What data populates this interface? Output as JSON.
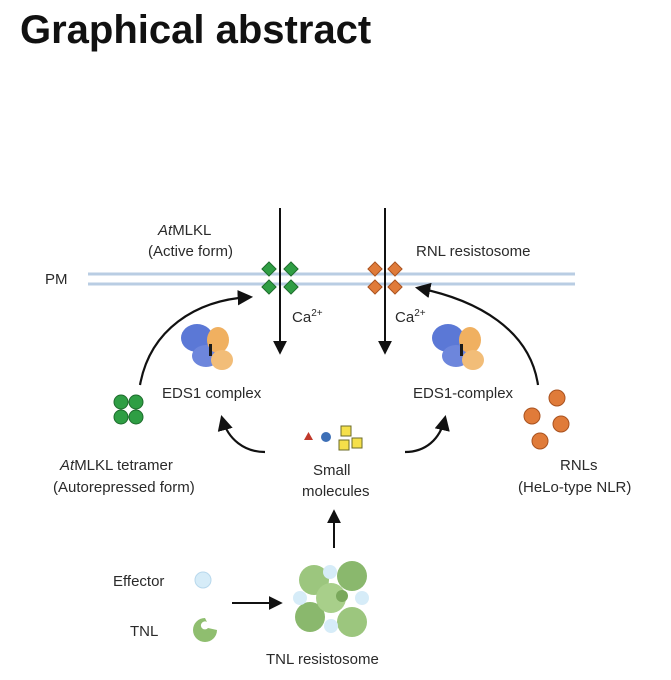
{
  "title": "Graphical abstract",
  "labels": {
    "pm": "PM",
    "atmlkl_active_prefix": "At",
    "atmlkl_active_rest": "MLKL",
    "atmlkl_active_form": "(Active form)",
    "rnl_resistosome": "RNL resistosome",
    "ca_base": "Ca",
    "ca_sup": "2+",
    "eds1_left": "EDS1 complex",
    "eds1_right": "EDS1-complex",
    "atmlkl_tetramer_prefix": "At",
    "atmlkl_tetramer_rest": "MLKL tetramer",
    "autorepressed_form": "(Autorepressed form)",
    "small": "Small",
    "molecules": "molecules",
    "rnls": "RNLs",
    "helo_type": "(HeLo-type NLR)",
    "effector": "Effector",
    "tnl": "TNL",
    "tnl_resistosome": "TNL resistosome"
  },
  "colors": {
    "mlkl_green": "#2f9e44",
    "rnl_orange": "#e07b39",
    "eds1_blue": "#5b78d6",
    "eds1_orange": "#f0b060",
    "membrane": "#b9cde3",
    "tnl_green": "#8fbe6f",
    "effector_blue": "#d6ecf8",
    "small_red": "#c0392b",
    "small_blue": "#3d6fb6",
    "small_yellow": "#f5e04a"
  }
}
